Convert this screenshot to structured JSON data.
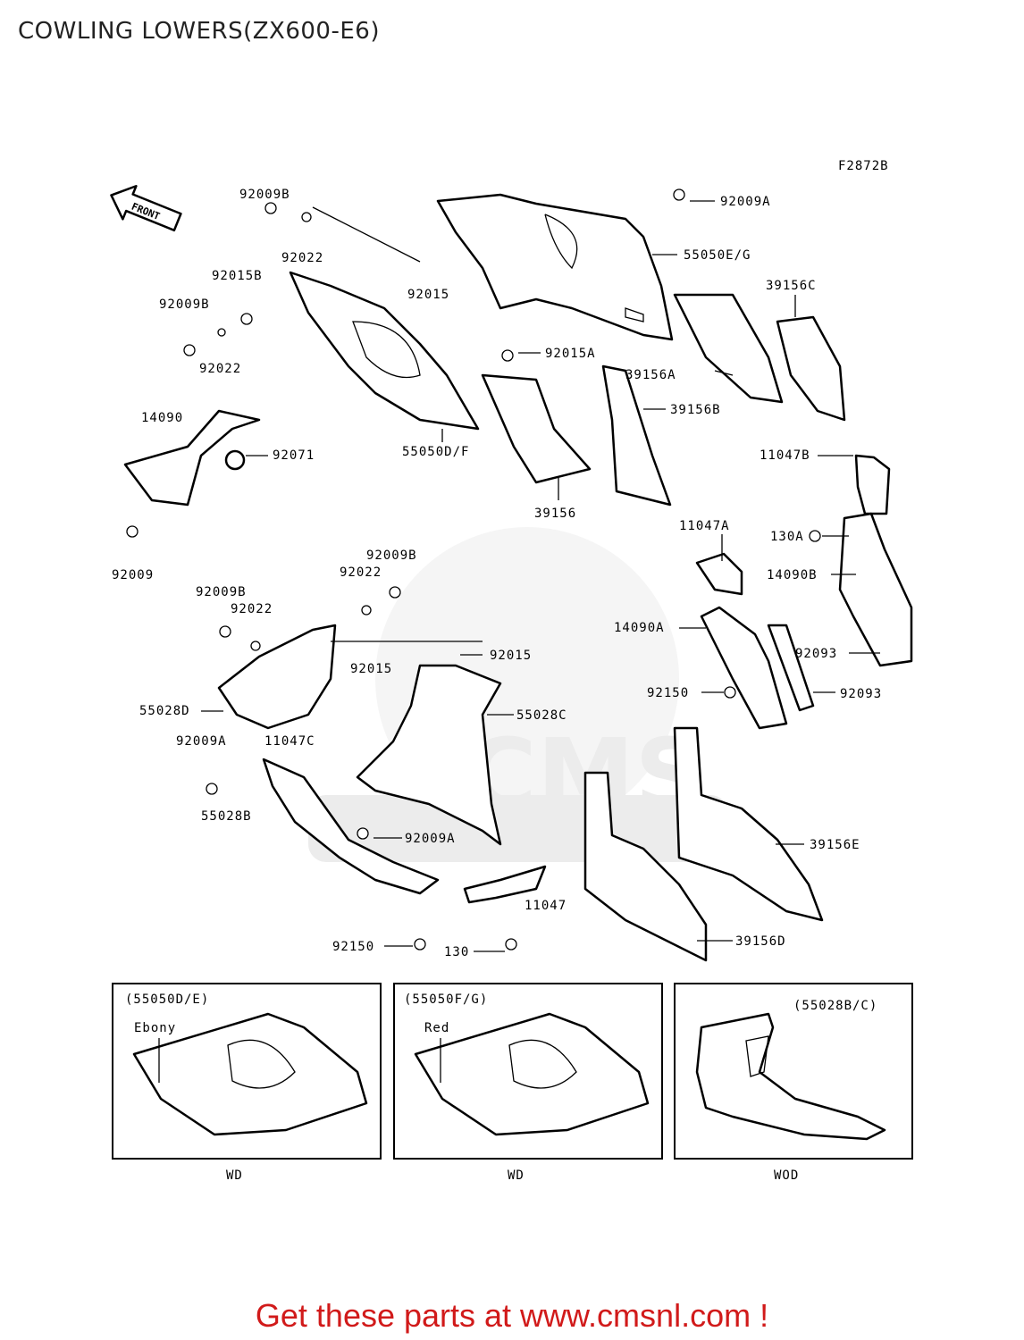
{
  "title": "COWLING LOWERS(ZX600-E6)",
  "figure_code": "F2872B",
  "front_arrow_label": "FRONT",
  "watermark": "CMS",
  "watermark_url": "www.cmsnl.com",
  "labels": {
    "l92009B_1": "92009B",
    "l92022_1": "92022",
    "l92015_1": "92015",
    "l92009A_1": "92009A",
    "l55050EG": "55050E/G",
    "l39156C": "39156C",
    "l92015B": "92015B",
    "l92009B_2": "92009B",
    "l92022_2": "92022",
    "l92015A": "92015A",
    "l39156A": "39156A",
    "l39156B": "39156B",
    "l55050DF": "55050D/F",
    "l14090": "14090",
    "l92071": "92071",
    "l11047B": "11047B",
    "l39156": "39156",
    "l11047A": "11047A",
    "l130A": "130A",
    "l92009": "92009",
    "l92009B_3": "92009B",
    "l92022_3": "92022",
    "l14090B": "14090B",
    "l92009B_4": "92009B",
    "l92022_4": "92022",
    "l14090A": "14090A",
    "l92015_2": "92015",
    "l92093_1": "92093",
    "l92015_3": "92015",
    "l55028C": "55028C",
    "l55028D": "55028D",
    "l92150_1": "92150",
    "l92093_2": "92093",
    "l92009A_2": "92009A",
    "l11047C": "11047C",
    "l55028B": "55028B",
    "l39156E": "39156E",
    "l92009A_3": "92009A",
    "l11047": "11047",
    "l92150_2": "92150",
    "l130": "130",
    "l39156D": "39156D"
  },
  "variants": [
    {
      "code": "(55050D/E)",
      "color": "Ebony",
      "market": "WD"
    },
    {
      "code": "(55050F/G)",
      "color": "Red",
      "market": "WD"
    },
    {
      "code": "(55028B/C)",
      "color": "",
      "market": "WOD"
    }
  ],
  "cta": "Get these parts at www.cmsnl.com !",
  "colors": {
    "cta": "#d11a1a",
    "line": "#000000",
    "watermark": "#ececec"
  }
}
